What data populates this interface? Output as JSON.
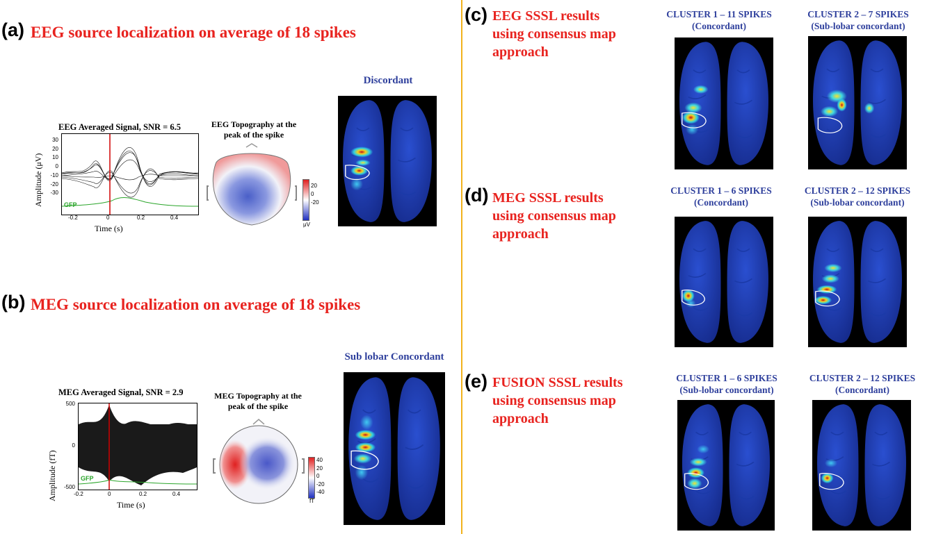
{
  "panel_a": {
    "letter": "(a)",
    "title": "EEG source localization on average of 18 spikes",
    "signal_title": "EEG Averaged Signal, SNR = 6.5",
    "ylabel": "Amplitude (μV)",
    "xlabel": "Time (s)",
    "yticks": [
      "30",
      "20",
      "10",
      "0",
      "-10",
      "-20",
      "-30"
    ],
    "xticks": [
      "-0.2",
      "0",
      "0.2",
      "0.4"
    ],
    "gfp": "GFP",
    "topo_title": "EEG Topography at the peak of the spike",
    "colorbar_ticks": [
      "20",
      "0",
      "-20"
    ],
    "colorbar_unit": "μV",
    "brain_label": "Discordant"
  },
  "panel_b": {
    "letter": "(b)",
    "title": "MEG source localization on average of 18 spikes",
    "signal_title": "MEG Averaged Signal, SNR = 2.9",
    "ylabel": "Amplitude (fT)",
    "xlabel": "Time (s)",
    "yticks": [
      "500",
      "0",
      "-500"
    ],
    "xticks": [
      "-0.2",
      "0",
      "0.2",
      "0.4"
    ],
    "gfp": "GFP",
    "topo_title": "MEG Topography at the peak of the spike",
    "colorbar_ticks": [
      "40",
      "20",
      "0",
      "-20",
      "-40"
    ],
    "colorbar_unit": "fT",
    "brain_label": "Sub lobar Concordant"
  },
  "panel_c": {
    "letter": "(c)",
    "title_lines": [
      "EEG SSSL results",
      "using consensus map",
      "approach"
    ],
    "clusters": [
      {
        "name": "CLUSTER 1 – 11 SPIKES",
        "result": "(Concordant)"
      },
      {
        "name": "CLUSTER 2 – 7 SPIKES",
        "result": "(Sub-lobar concordant)"
      }
    ]
  },
  "panel_d": {
    "letter": "(d)",
    "title_lines": [
      "MEG SSSL results",
      "using consensus map",
      "approach"
    ],
    "clusters": [
      {
        "name": "CLUSTER 1 – 6 SPIKES",
        "result": "(Concordant)"
      },
      {
        "name": "CLUSTER 2 – 12 SPIKES",
        "result": "(Sub-lobar concordant)"
      }
    ]
  },
  "panel_e": {
    "letter": "(e)",
    "title_lines": [
      "FUSION SSSL results",
      "using consensus map",
      "approach"
    ],
    "clusters": [
      {
        "name": "CLUSTER 1 – 6 SPIKES",
        "result": "(Sub-lobar concordant)"
      },
      {
        "name": "CLUSTER 2 – 12 SPIKES",
        "result": "(Concordant)"
      }
    ]
  },
  "colors": {
    "title_red": "#e8231f",
    "cluster_blue": "#2e3f9c",
    "divider": "#f2b21c",
    "gfp_green": "#2aa52a",
    "marker_red": "#d00000"
  }
}
